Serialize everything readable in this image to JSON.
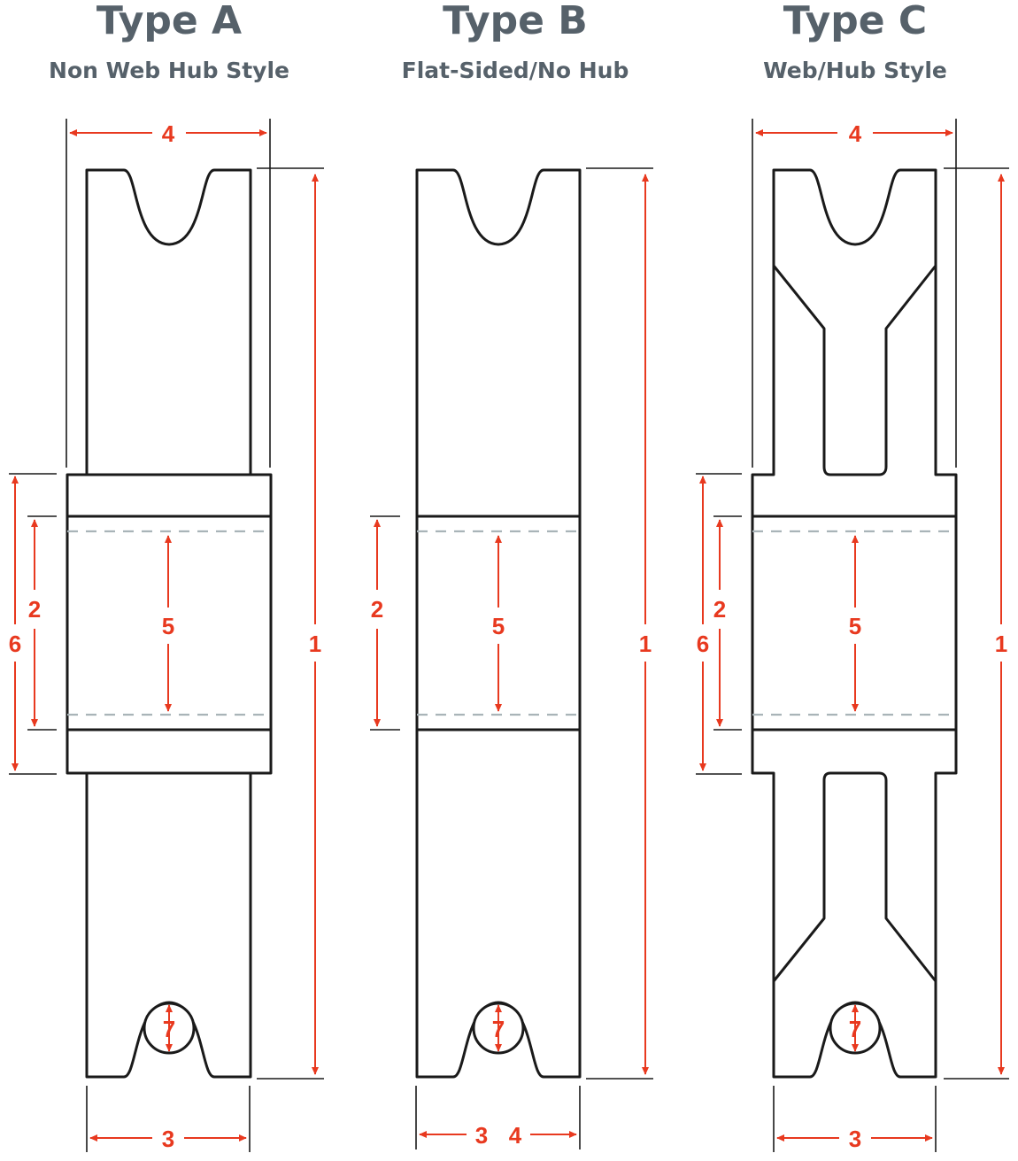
{
  "colors": {
    "dimension": "#e8391f",
    "title": "#56616a",
    "outline": "#1a1a1a",
    "bore_dash": "#a9b4b8"
  },
  "types": [
    {
      "title": "Type A",
      "subtitle": "Non Web Hub Style",
      "dims": {
        "d1": "1",
        "d2": "2",
        "d3": "3",
        "d4": "4",
        "d5": "5",
        "d6": "6",
        "d7": "7"
      }
    },
    {
      "title": "Type B",
      "subtitle": "Flat-Sided/No Hub",
      "dims": {
        "d1": "1",
        "d2": "2",
        "d3": "3",
        "d4": "4",
        "d5": "5",
        "d7": "7"
      }
    },
    {
      "title": "Type C",
      "subtitle": "Web/Hub Style",
      "dims": {
        "d1": "1",
        "d2": "2",
        "d3": "3",
        "d4": "4",
        "d5": "5",
        "d6": "6",
        "d7": "7"
      }
    }
  ]
}
